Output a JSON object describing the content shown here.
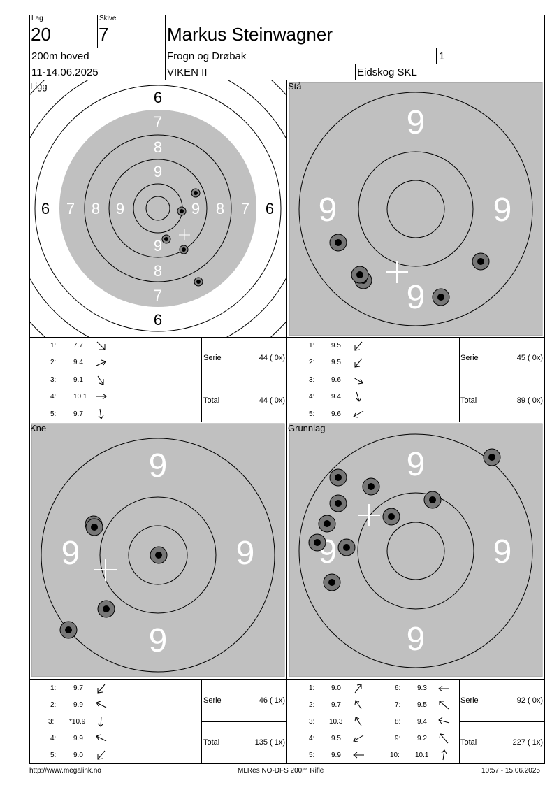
{
  "header": {
    "lag_label": "Lag",
    "lag_value": "20",
    "skive_label": "Skive",
    "skive_value": "7",
    "shooter_name": "Markus Steinwagner",
    "program": "200m hoved",
    "club": "Frogn og Drøbak",
    "class": "1",
    "date": "11-14.06.2025",
    "district": "VIKEN II",
    "organizer": "Eidskog SKL"
  },
  "sections": {
    "ligg": {
      "label": "Ligg",
      "ring_labels": [
        "6",
        "7",
        "8",
        "9"
      ],
      "shots": [
        {
          "n": "1:",
          "v": "7.7",
          "dir": "down-right"
        },
        {
          "n": "2:",
          "v": "9.4",
          "dir": "up-right"
        },
        {
          "n": "3:",
          "v": "9.1",
          "dir": "down-right"
        },
        {
          "n": "4:",
          "v": "10.1",
          "dir": "right"
        },
        {
          "n": "5:",
          "v": "9.7",
          "dir": "down"
        }
      ],
      "serie_label": "Serie",
      "serie_value": "44 ( 0x)",
      "total_label": "Total",
      "total_value": "44 ( 0x)"
    },
    "sta": {
      "label": "Stå",
      "ring_label": "9",
      "shots": [
        {
          "n": "1:",
          "v": "9.5",
          "dir": "down-left"
        },
        {
          "n": "2:",
          "v": "9.5",
          "dir": "down-left"
        },
        {
          "n": "3:",
          "v": "9.6",
          "dir": "down-right"
        },
        {
          "n": "4:",
          "v": "9.4",
          "dir": "down"
        },
        {
          "n": "5:",
          "v": "9.6",
          "dir": "down-left"
        }
      ],
      "serie_label": "Serie",
      "serie_value": "45 ( 0x)",
      "total_label": "Total",
      "total_value": "89 ( 0x)"
    },
    "kne": {
      "label": "Kne",
      "ring_label": "9",
      "shots": [
        {
          "n": "1:",
          "v": "9.7",
          "dir": "down-left"
        },
        {
          "n": "2:",
          "v": "9.9",
          "dir": "up-left"
        },
        {
          "n": "3:",
          "v": "*10.9",
          "dir": "down"
        },
        {
          "n": "4:",
          "v": "9.9",
          "dir": "up-left"
        },
        {
          "n": "5:",
          "v": "9.0",
          "dir": "down-left"
        }
      ],
      "serie_label": "Serie",
      "serie_value": "46 ( 1x)",
      "total_label": "Total",
      "total_value": "135 ( 1x)"
    },
    "grunnlag": {
      "label": "Grunnlag",
      "ring_label": "9",
      "shots": [
        {
          "n": "1:",
          "v": "9.0",
          "dir": "up-right"
        },
        {
          "n": "2:",
          "v": "9.7",
          "dir": "up-left"
        },
        {
          "n": "3:",
          "v": "10.3",
          "dir": "up-left"
        },
        {
          "n": "4:",
          "v": "9.5",
          "dir": "down-left"
        },
        {
          "n": "5:",
          "v": "9.9",
          "dir": "left"
        },
        {
          "n": "6:",
          "v": "9.3",
          "dir": "left"
        },
        {
          "n": "7:",
          "v": "9.5",
          "dir": "up-left"
        },
        {
          "n": "8:",
          "v": "9.4",
          "dir": "left"
        },
        {
          "n": "9:",
          "v": "9.2",
          "dir": "up-left"
        },
        {
          "n": "10:",
          "v": "10.1",
          "dir": "up"
        }
      ],
      "serie_label": "Serie",
      "serie_value": "92 ( 0x)",
      "total_label": "Total",
      "total_value": "227 ( 1x)"
    }
  },
  "footer": {
    "url": "http://www.megalink.no",
    "software": "MLRes NO-DFS 200m Rifle",
    "printed": "10:57 - 15.06.2025"
  },
  "colors": {
    "target_gray": "#c0c0c0",
    "shot_ring": "#777777",
    "shot_core": "#000000"
  }
}
